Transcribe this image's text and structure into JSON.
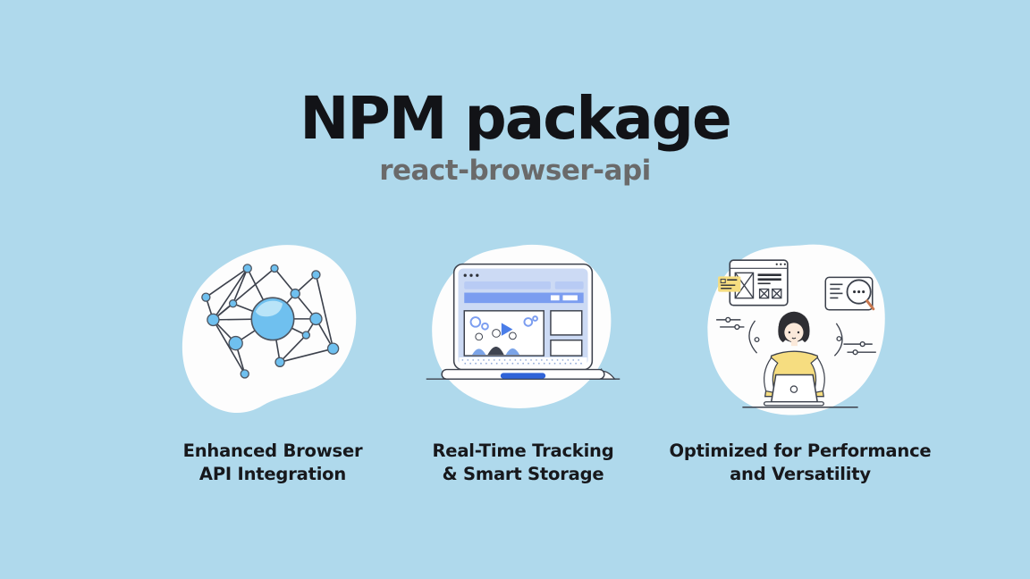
{
  "page": {
    "background": "#afd9ec"
  },
  "header": {
    "title": "NPM package",
    "subtitle": "react-browser-api"
  },
  "features": [
    {
      "illustration": "network-graph-illustration",
      "caption_line1": "Enhanced Browser",
      "caption_line2": "API Integration"
    },
    {
      "illustration": "laptop-browser-illustration",
      "caption_line1": "Real-Time Tracking",
      "caption_line2": "& Smart Storage"
    },
    {
      "illustration": "developer-workspace-illustration",
      "caption_line1": "Optimized for Performance",
      "caption_line2": "and Versatility"
    }
  ],
  "colors": {
    "background": "#afd9ec",
    "title_text": "#121317",
    "subtitle_text": "#6a6a6a",
    "caption_text": "#17181c",
    "illustration_blue": "#6fc0ef",
    "ui_blue": "#7b9df0",
    "button_blue": "#4a7de8",
    "trackpad_blue": "#2f63d8",
    "accent_yellow": "#f6dd80",
    "magnifier_handle_orange": "#c9784f",
    "blob_white": "#fdfdfd",
    "outline_dark": "#3c414c"
  }
}
